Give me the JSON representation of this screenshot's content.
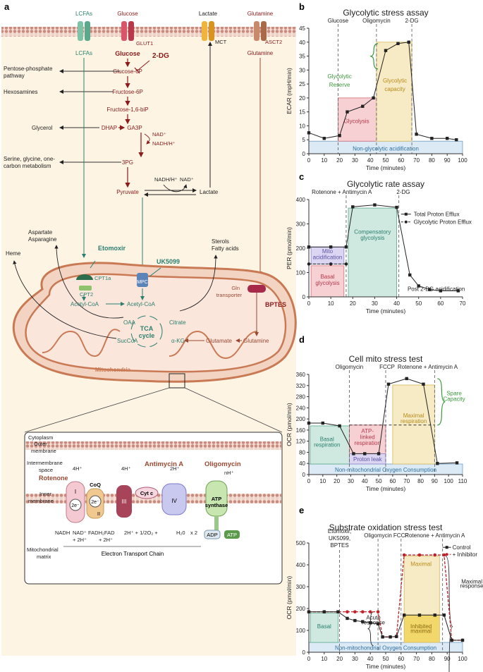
{
  "panels": {
    "a": "a",
    "b": "b",
    "c": "c",
    "d": "d",
    "e": "e"
  },
  "a": {
    "transporters": [
      "LCFAs",
      "Glucose",
      "Lactate",
      "Glutamine"
    ],
    "transporter_names": [
      "GLUT1",
      "MCT",
      "ASCT2"
    ],
    "inside_labels": {
      "lcfa": "LCFAs",
      "glucose": "Glucose",
      "glutamine": "Glutamine"
    },
    "inhibitor_2dg": "2-DG",
    "glycolysis": [
      "Glucose-6P",
      "Fructose-6P",
      "Fructose-1,6-biP",
      "DHAP",
      "GA3P",
      "3PG",
      "Pyruvate"
    ],
    "branches": {
      "ppp1": "Pentose-phosphate",
      "ppp2": "pathway",
      "hexosamines": "Hexosamines",
      "glycerol": "Glycerol",
      "serine1": "Serine, glycine, one-",
      "serine2": "carbon metabolism"
    },
    "cofactors": {
      "nad": "NAD⁺",
      "nadh": "NADH/H⁺",
      "nadh2": "NADH/H⁺",
      "nad2": "NAD⁺"
    },
    "lactate_inside": "Lactate",
    "etomoxir": "Etomoxir",
    "uk5099": "UK5099",
    "bptes": "BPTES",
    "aspartate": "Aspartate",
    "asparagine": "Asparagine",
    "sterols": "Sterols",
    "fatty_acids": "Fatty acids",
    "heme": "Heme",
    "cpt1a": "CPT1a",
    "cpt2": "CPT2",
    "mpc": "MPC",
    "gln_transporter1": "Gln",
    "gln_transporter2": "transporter",
    "acetylcoa1": "Acetyl-CoA",
    "acetylcoa2": "Acetyl-CoA",
    "oaa": "OAA",
    "citrate": "Citrate",
    "tca1": "TCA",
    "tca2": "cycle",
    "succoa": "SucCoA",
    "akg": "α-KG",
    "glutamate": "Glutamate",
    "glutamine_mito": "Glutamine",
    "mitochondria": "Mitochondria",
    "etc": {
      "cytoplasm": "Cytoplasm",
      "outer1": "Outer",
      "outer2": "membrane",
      "inter1": "Intermembrane",
      "inter2": "space",
      "inner1": "Inner",
      "inner2": "membrane",
      "matrix1": "Mitochondrial",
      "matrix2": "matrix",
      "rotenone": "Rotenone",
      "antimycin": "Antimycin A",
      "oligomycin": "Oligomycin",
      "h4a": "4H⁺",
      "h4b": "4H⁺",
      "h2": "2H⁺",
      "nh": "nH⁺",
      "c1": "I",
      "c2": "II",
      "c3": "III",
      "c4": "IV",
      "coq": "CoQ",
      "cytc": "Cyt c",
      "e": "2e⁻",
      "atp_syn1": "ATP",
      "atp_syn2": "synthase",
      "adp": "ADP",
      "atp": "ATP",
      "nadh": "NADH",
      "nadp1": "NAD⁺",
      "nadp2": "+ 2H⁺",
      "fadh": "FADH₂FAD",
      "fadh2": "+ 2H⁺",
      "water": "2H⁺ + 1/2O₂ +",
      "water2": "H₂0",
      "x2": "x 2",
      "title": "Electron Transport Chain"
    }
  },
  "b": {
    "chart_data": {
      "type": "line",
      "title": "Glycolytic stress assay",
      "xlabel": "Time (minutes)",
      "ylabel": "ECAR (mpH/min)",
      "xlim": [
        0,
        100
      ],
      "ylim": [
        0,
        45
      ],
      "xticks": [
        "0",
        "10",
        "20",
        "30",
        "40",
        "50",
        "60",
        "70",
        "80",
        "90",
        "100"
      ],
      "yticks": [
        "0",
        "5",
        "10",
        "15",
        "20",
        "25",
        "30",
        "35",
        "40",
        "45"
      ],
      "x": [
        0,
        10,
        20,
        25,
        35,
        42,
        50,
        58,
        65,
        70,
        80,
        90,
        96
      ],
      "y": [
        7.5,
        5.5,
        6.5,
        15,
        17,
        20,
        37,
        39.5,
        40,
        7,
        5.5,
        5.5,
        5
      ],
      "injections": [
        "Glucose",
        "Oligomycin",
        "2-DG"
      ],
      "annotations": {
        "reserve1": "Glycolytic",
        "reserve2": "Reserve",
        "capacity1": "Glycolytic",
        "capacity2": "capacity",
        "glycolysis": "Glycolysis",
        "nonglyc": "Non-glycolytic acidification"
      }
    }
  },
  "c": {
    "chart_data": {
      "type": "line",
      "title": "Glycolytic rate assay",
      "xlabel": "Time (minutes)",
      "ylabel": "PER (pmol/min)",
      "xlim": [
        0,
        70
      ],
      "ylim": [
        0,
        400
      ],
      "xticks": [
        "0",
        "10",
        "20",
        "30",
        "40",
        "50",
        "60",
        "70"
      ],
      "yticks": [
        "0",
        "100",
        "200",
        "300",
        "400"
      ],
      "series": [
        {
          "name": "Total Proton Efflux",
          "x": [
            0,
            10,
            17,
            20,
            30,
            40,
            46,
            50,
            55,
            60,
            68
          ],
          "y": [
            205,
            205,
            205,
            370,
            378,
            368,
            90,
            45,
            30,
            25,
            25
          ]
        },
        {
          "name": "Glycolytic Proton Efflux",
          "x": [
            0,
            10,
            17
          ],
          "y": [
            135,
            135,
            135
          ]
        }
      ],
      "injections": [
        "Rotenone + Antimycin A",
        "2-DG"
      ],
      "annotations": {
        "mito1": "Mito",
        "mito2": "acidification",
        "basal1": "Basal",
        "basal2": "glycolysis",
        "comp1": "Compensatory",
        "comp2": "glycolysis",
        "post": "Post 2-DG acidification"
      }
    }
  },
  "d": {
    "chart_data": {
      "type": "line",
      "title": "Cell mito stress test",
      "xlabel": "Time (minutes)",
      "ylabel": "OCR (pmol/min)",
      "xlim": [
        0,
        110
      ],
      "ylim": [
        0,
        360
      ],
      "xticks": [
        "0",
        "10",
        "20",
        "30",
        "40",
        "50",
        "60",
        "70",
        "80",
        "90",
        "100",
        "110"
      ],
      "yticks": [
        "0",
        "40",
        "80",
        "120",
        "160",
        "200",
        "240",
        "280",
        "320",
        "360"
      ],
      "x": [
        0,
        10,
        22,
        32,
        40,
        50,
        57,
        70,
        82,
        92,
        106
      ],
      "y": [
        185,
        185,
        175,
        75,
        75,
        75,
        325,
        345,
        325,
        40,
        42
      ],
      "injections": [
        "Oligomycin",
        "FCCP",
        "Rotenone + Antimycin A"
      ],
      "annotations": {
        "basal1": "Basal",
        "basal2": "respiration",
        "atp1": "ATP-",
        "atp2": "linked",
        "atp3": "respiration",
        "leak": "Proton leak",
        "max1": "Maximal",
        "max2": "respiration",
        "spare1": "Spare",
        "spare2": "Capacity",
        "nonmito": "Non-mitochondrial Oxygen Consumption"
      }
    }
  },
  "e": {
    "chart_data": {
      "type": "line",
      "title": "Substrate oxidation stress test",
      "xlabel": "Time (minutes)",
      "ylabel": "OCR (pmol/min)",
      "xlim": [
        0,
        100
      ],
      "ylim": [
        0,
        500
      ],
      "xticks": [
        "0",
        "10",
        "20",
        "30",
        "40",
        "50",
        "60",
        "70",
        "80",
        "90",
        "100"
      ],
      "yticks": [
        "0",
        "100",
        "200",
        "300",
        "400",
        "500"
      ],
      "series": [
        {
          "name": "Control",
          "x": [
            0,
            10,
            19,
            25,
            30,
            35,
            40,
            45,
            48,
            53,
            57,
            62,
            72,
            82,
            88,
            93,
            100
          ],
          "y": [
            185,
            185,
            185,
            155,
            145,
            140,
            135,
            130,
            70,
            70,
            72,
            170,
            170,
            170,
            170,
            55,
            55
          ]
        },
        {
          "name": "+ Inhibitor",
          "x": [
            0,
            10,
            19,
            25,
            30,
            35,
            40,
            45,
            48,
            53,
            57,
            62,
            72,
            82,
            88,
            93,
            100
          ],
          "y": [
            185,
            185,
            185,
            185,
            185,
            185,
            185,
            185,
            70,
            70,
            72,
            445,
            445,
            445,
            445,
            55,
            55
          ]
        }
      ],
      "injections": [
        "Etomoxir,",
        "UK5099,",
        "BPTES",
        "Oligomycin",
        "FCCP",
        "Rotenone + Antimycin A"
      ],
      "annotations": {
        "basal": "Basal",
        "acute1": "Acute",
        "acute2": "response",
        "maximal": "Maximal",
        "inhib1": "Inhibited",
        "inhib2": "maximal",
        "maxresp1": "Maximal",
        "maxresp2": "response",
        "nonmito": "Non-mitochondrial Oxygen Consumption"
      }
    }
  },
  "colors": {
    "dark_red": "#8b1a1a",
    "teal": "#2a7f6f",
    "mito_fill": "#f3d4c2",
    "mito_stroke": "#c97a55",
    "cyto_bg": "#fdf4e4",
    "nonmito": "#dceaf6"
  }
}
